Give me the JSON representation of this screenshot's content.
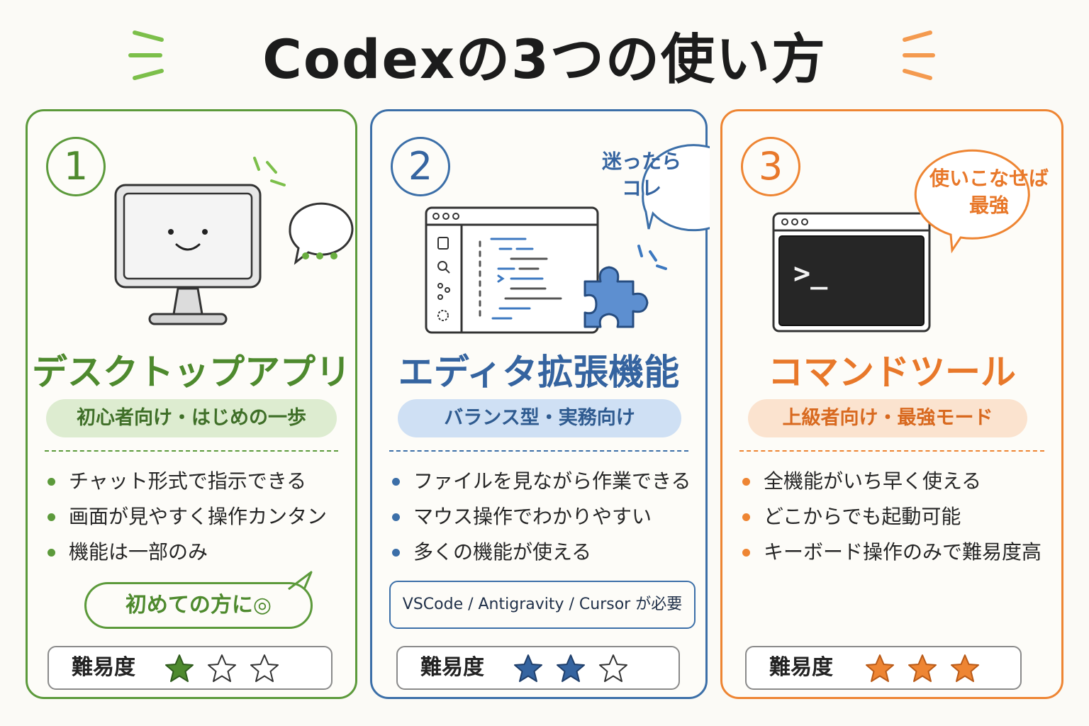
{
  "title": "Codexの3つの使い方",
  "difficulty_label": "難易度",
  "cards": [
    {
      "number": "1",
      "heading": "デスクトップアプリ",
      "tag": "初心者向け・はじめの一歩",
      "bullets": [
        "チャット形式で指示できる",
        "画面が見やすく操作カンタン",
        "機能は一部のみ"
      ],
      "note": "初めての方に◎",
      "stars_filled": 1,
      "stars_total": 3,
      "color": "#5c9a3b"
    },
    {
      "number": "2",
      "heading": "エディタ拡張機能",
      "tag": "バランス型・実務向け",
      "bubble": [
        "迷ったら",
        "コレ"
      ],
      "bullets": [
        "ファイルを見ながら作業できる",
        "マウス操作でわかりやすい",
        "多くの機能が使える"
      ],
      "requirement": "VSCode / Antigravity / Cursor が必要",
      "stars_filled": 2,
      "stars_total": 3,
      "color": "#3c6fa8"
    },
    {
      "number": "3",
      "heading": "コマンドツール",
      "tag": "上級者向け・最強モード",
      "bubble": [
        "使いこなせば",
        "最強"
      ],
      "terminal_prompt": ">_",
      "bullets": [
        "全機能がいち早く使える",
        "どこからでも起動可能",
        "キーボード操作のみで難易度高"
      ],
      "stars_filled": 3,
      "stars_total": 3,
      "color": "#ee8533"
    }
  ],
  "icons": [
    "monitor-smiley-icon",
    "chat-dots-icon",
    "editor-window-icon",
    "puzzle-piece-icon",
    "terminal-window-icon",
    "star-icon"
  ]
}
